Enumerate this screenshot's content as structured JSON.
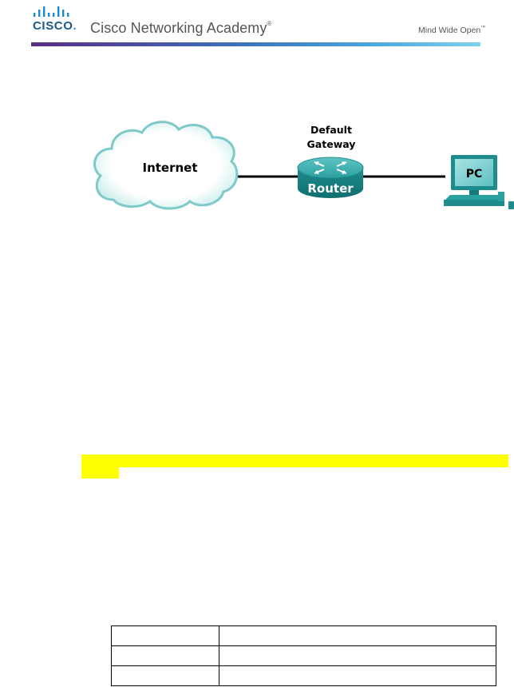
{
  "header": {
    "logo_word": "CISCO",
    "academy_name": "Cisco Networking Academy",
    "academy_mark": "®",
    "tagline": "Mind Wide Open",
    "tagline_mark": "™",
    "rule_colors": [
      "#5a2d82",
      "#3d6fb8",
      "#49a5dc",
      "#7fd1ec"
    ]
  },
  "topology": {
    "cloud_label": "Internet",
    "gateway_label_line1": "Default",
    "gateway_label_line2": "Gateway",
    "router_label": "Router",
    "pc_label": "PC",
    "device_color": "#1e8c8c",
    "cloud_color": "#7fc9c9"
  },
  "highlight": {
    "color": "#ffff00",
    "text": ""
  },
  "table": {
    "rows": [
      [
        "",
        ""
      ],
      [
        "",
        ""
      ],
      [
        "",
        ""
      ]
    ]
  }
}
